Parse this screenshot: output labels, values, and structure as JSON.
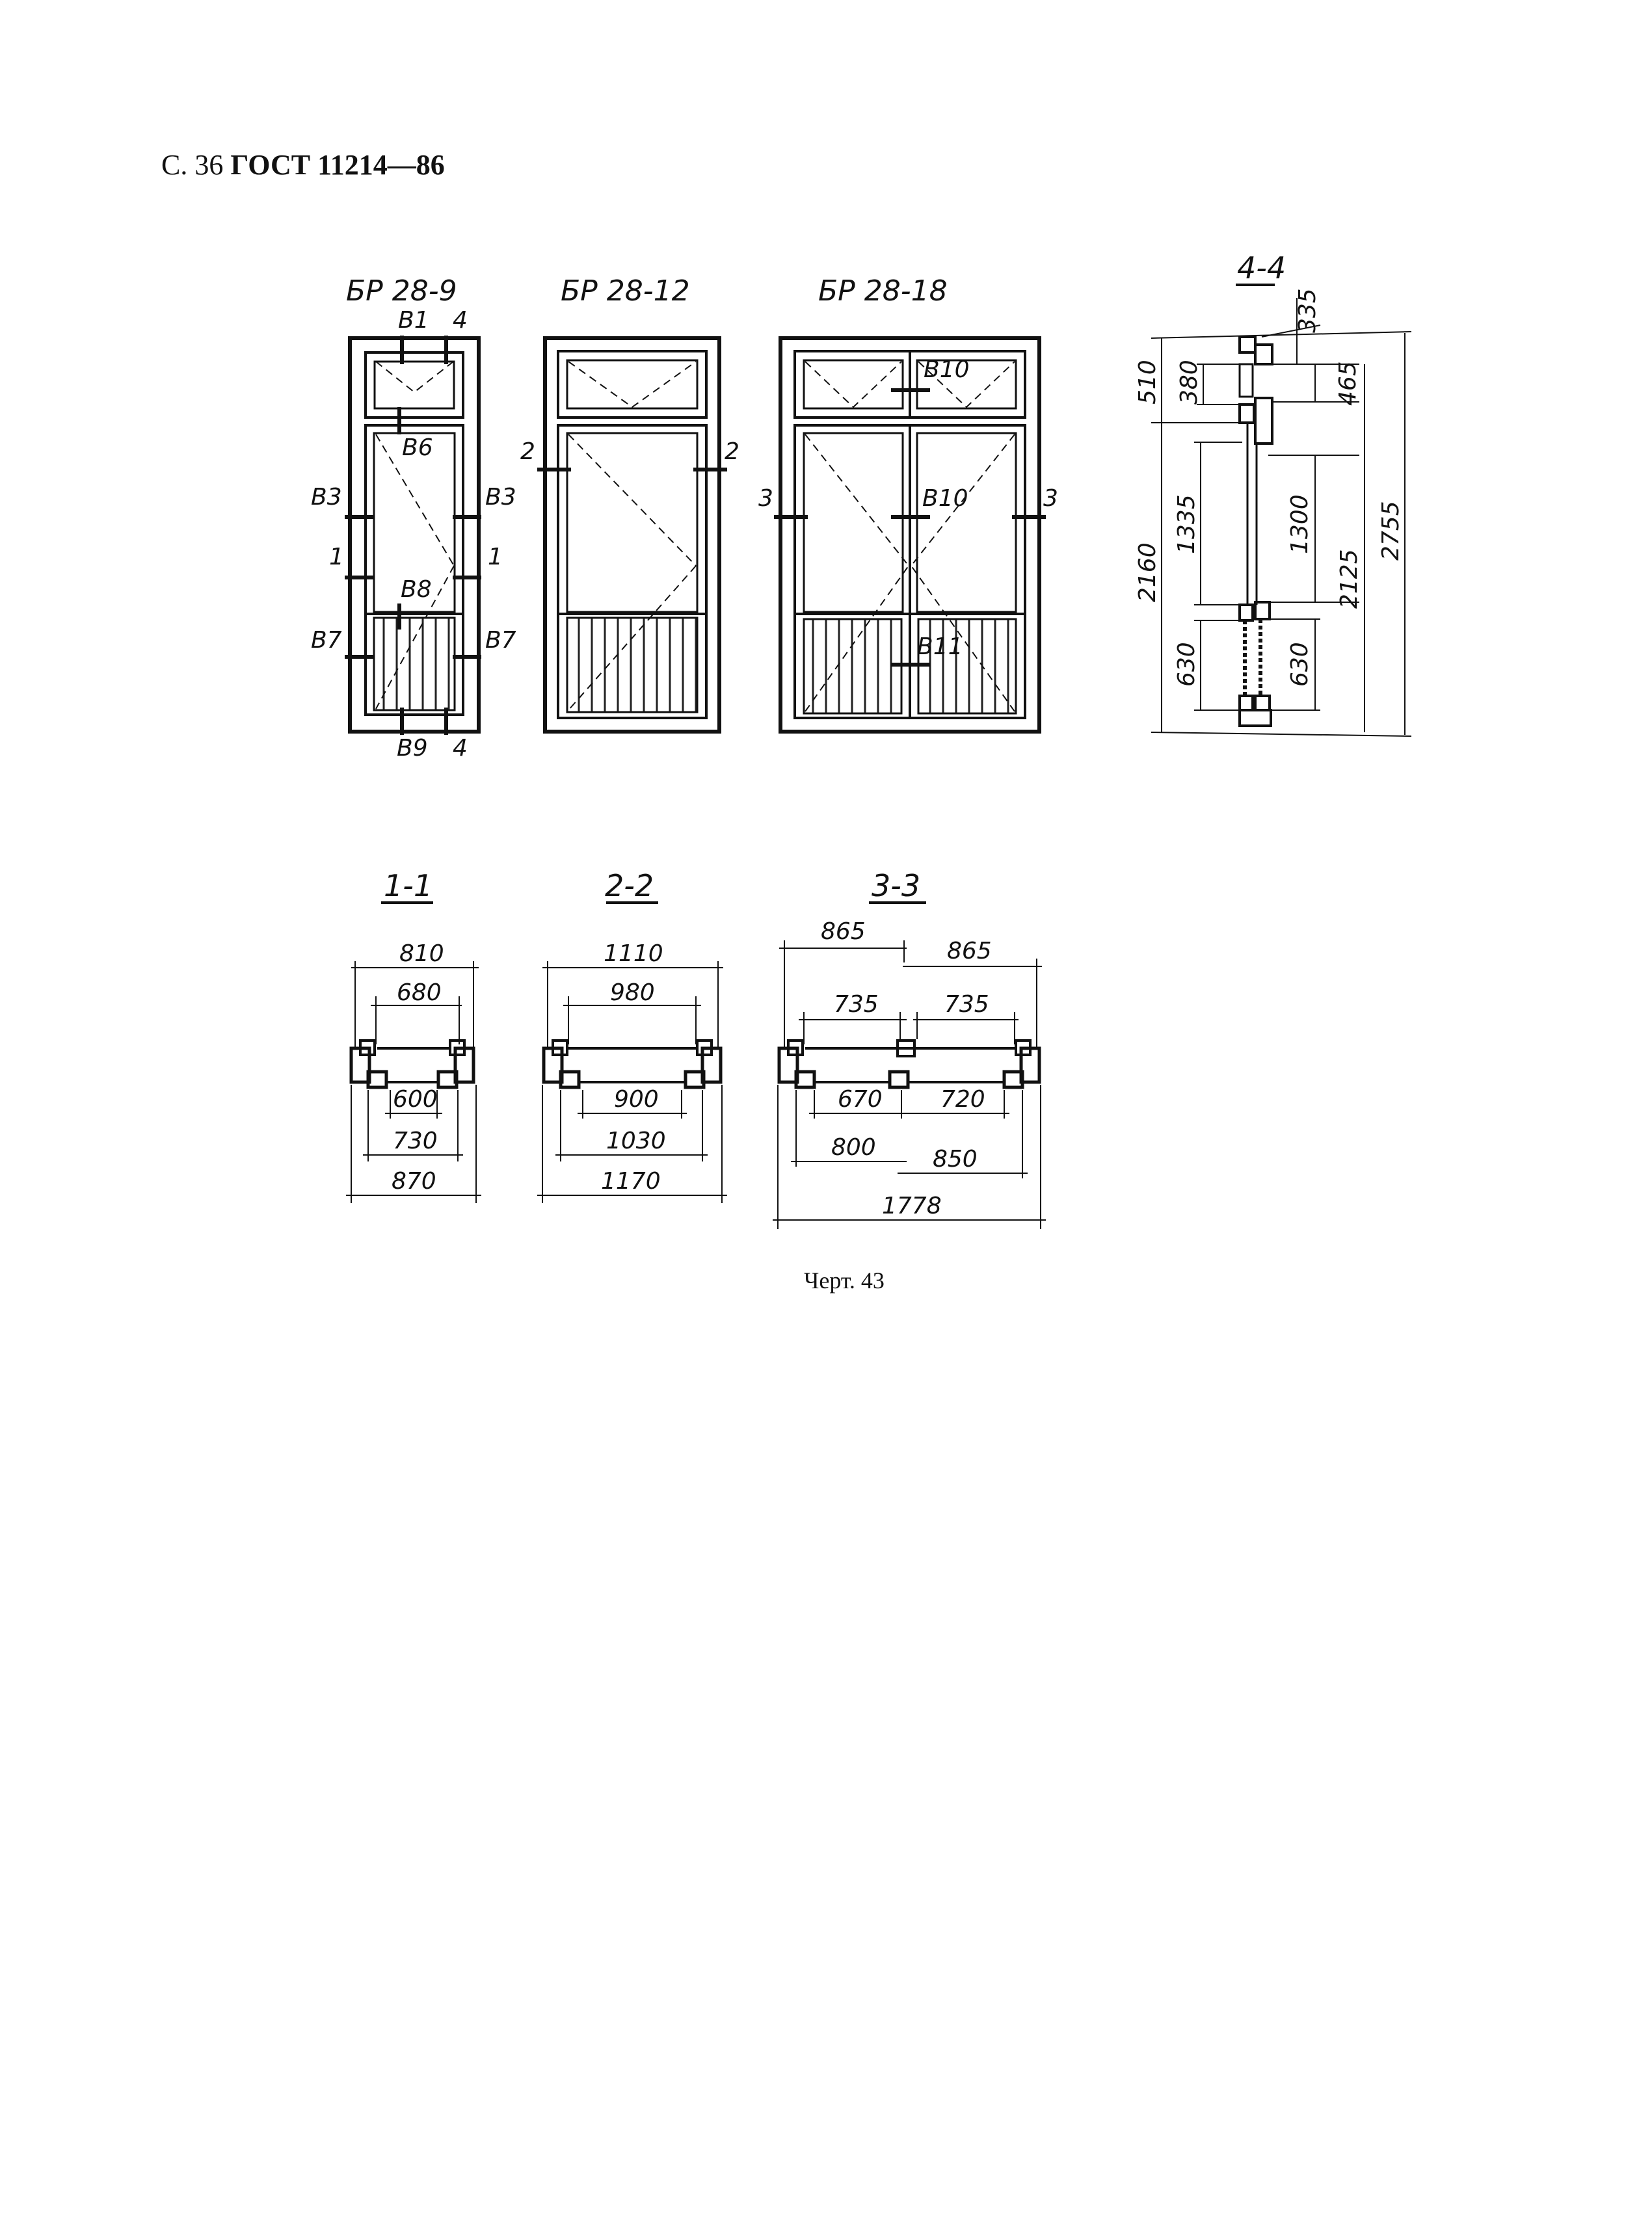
{
  "header": {
    "page": "С. 36",
    "standard": "ГОСТ 11214—86"
  },
  "elevations": {
    "br28_9": {
      "title": "БР 28-9",
      "labels": {
        "b1": "В1",
        "cut4_top": "4",
        "b6": "В6",
        "b3_left": "В3",
        "b3_right": "В3",
        "cut1_left": "1",
        "cut1_right": "1",
        "b8": "В8",
        "b7_left": "В7",
        "b7_right": "В7",
        "b9": "В9",
        "cut4_bottom": "4"
      }
    },
    "br28_12": {
      "title": "БР 28-12",
      "labels": {
        "cut2_left": "2",
        "cut2_right": "2"
      }
    },
    "br28_18": {
      "title": "БР 28-18",
      "labels": {
        "b10_top": "В10",
        "cut3_left": "3",
        "b10_mid": "В10",
        "cut3_right": "3",
        "b11": "В11"
      }
    }
  },
  "section_4_4": {
    "title": "4-4",
    "dims": {
      "d335": "335",
      "d510": "510",
      "d380": "380",
      "d465": "465",
      "d1335": "1335",
      "d1300": "1300",
      "d2160": "2160",
      "d2125": "2125",
      "d2755": "2755",
      "d630_left": "630",
      "d630_right": "630"
    }
  },
  "section_1_1": {
    "title": "1-1",
    "dims": {
      "d810": "810",
      "d680": "680",
      "d600": "600",
      "d730": "730",
      "d870": "870"
    }
  },
  "section_2_2": {
    "title": "2-2",
    "dims": {
      "d1110": "1110",
      "d980": "980",
      "d900": "900",
      "d1030": "1030",
      "d1170": "1170"
    }
  },
  "section_3_3": {
    "title": "3-3",
    "dims": {
      "d865_left": "865",
      "d865_right": "865",
      "d735_left": "735",
      "d735_right": "735",
      "d670": "670",
      "d720": "720",
      "d800": "800",
      "d850": "850",
      "d1778": "1778"
    }
  },
  "caption": "Черт. 43"
}
